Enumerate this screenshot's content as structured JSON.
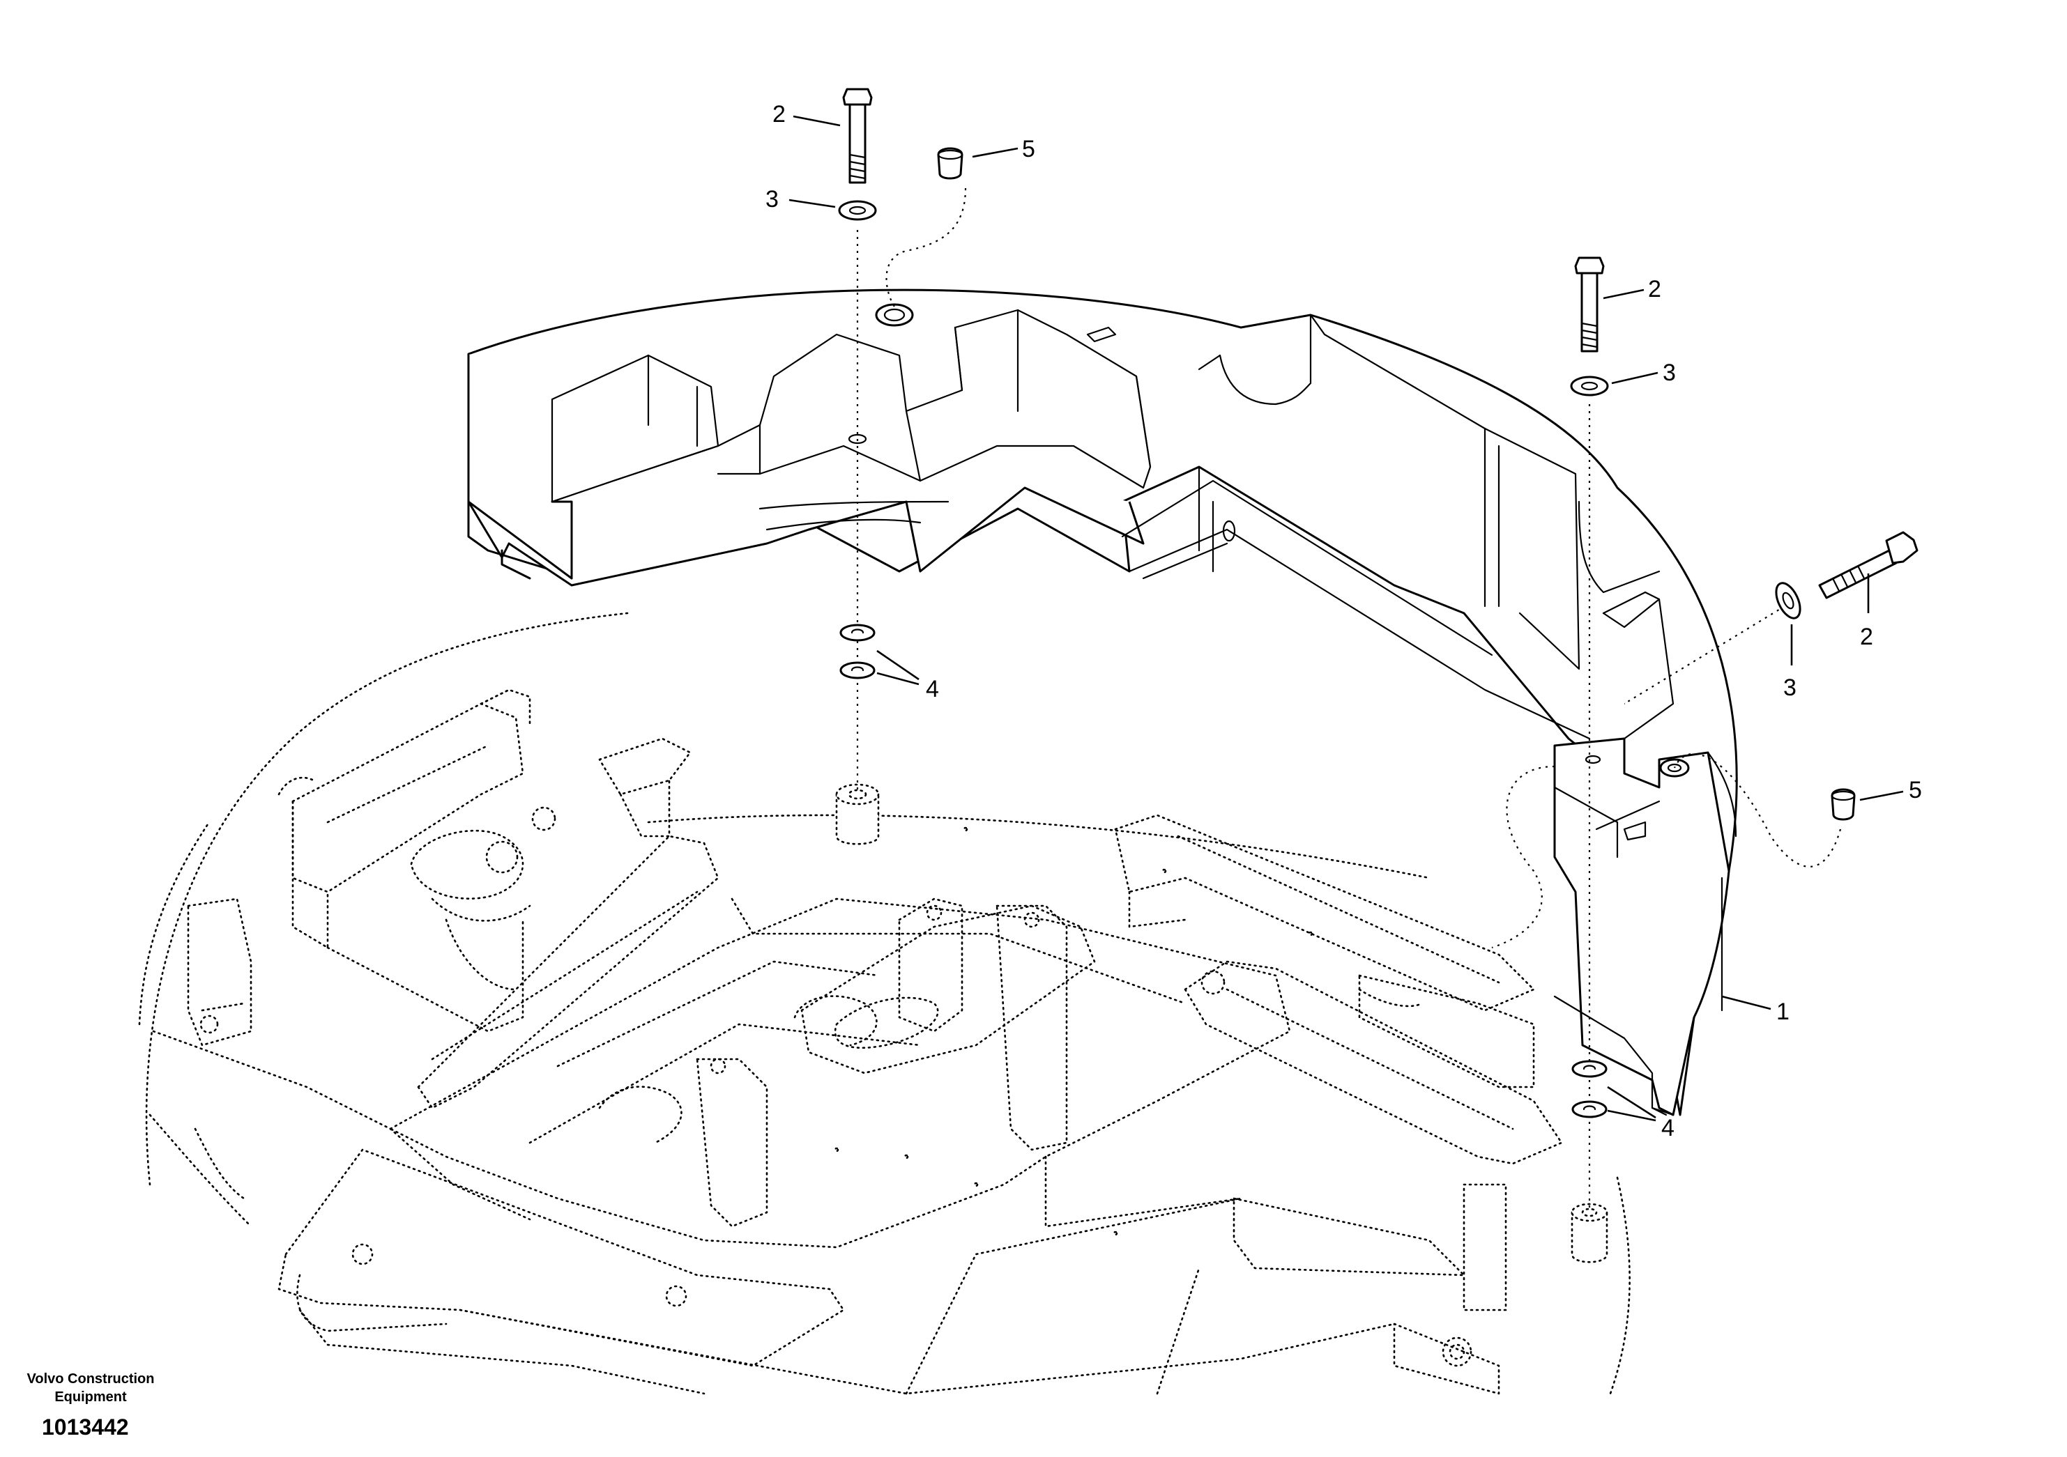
{
  "callouts": [
    {
      "id": "c2a",
      "label": "2"
    },
    {
      "id": "c3a",
      "label": "3"
    },
    {
      "id": "c5a",
      "label": "5"
    },
    {
      "id": "c4a",
      "label": "4"
    },
    {
      "id": "c2b",
      "label": "2"
    },
    {
      "id": "c3b",
      "label": "3"
    },
    {
      "id": "c2c",
      "label": "2"
    },
    {
      "id": "c3c",
      "label": "3"
    },
    {
      "id": "c5b",
      "label": "5"
    },
    {
      "id": "c1",
      "label": "1"
    },
    {
      "id": "c4b",
      "label": "4"
    }
  ],
  "footer": {
    "brand_line1": "Volvo Construction",
    "brand_line2": "Equipment",
    "drawing_number": "1013442"
  },
  "colors": {
    "line": "#000000",
    "background": "#ffffff"
  }
}
